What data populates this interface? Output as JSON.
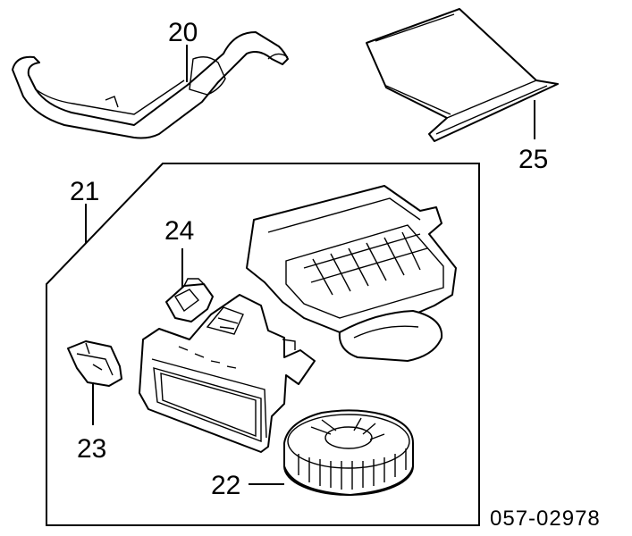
{
  "diagram": {
    "callouts": [
      {
        "id": "c20",
        "label": "20"
      },
      {
        "id": "c21",
        "label": "21"
      },
      {
        "id": "c22",
        "label": "22"
      },
      {
        "id": "c23",
        "label": "23"
      },
      {
        "id": "c24",
        "label": "24"
      },
      {
        "id": "c25",
        "label": "25"
      }
    ],
    "diagram_id": "057-02978"
  }
}
